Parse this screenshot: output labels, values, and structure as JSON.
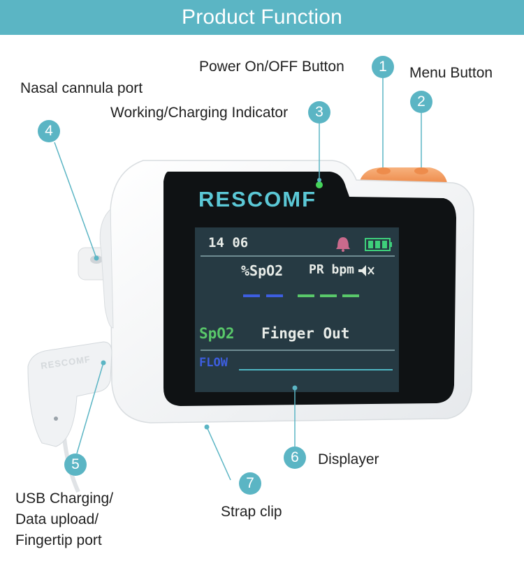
{
  "header": {
    "title": "Product Function"
  },
  "brand": {
    "logo": "RESCOMF",
    "plug_logo": "RESCOMF"
  },
  "callouts": [
    {
      "number": "1",
      "label": "Power On/OFF Button"
    },
    {
      "number": "2",
      "label": "Menu Button"
    },
    {
      "number": "3",
      "label": "Working/Charging Indicator"
    },
    {
      "number": "4",
      "label": "Nasal cannula port"
    },
    {
      "number": "5",
      "label": "USB Charging/ Data upload/ Fingertip port"
    },
    {
      "number": "6",
      "label": "Displayer"
    },
    {
      "number": "7",
      "label": "Strap clip"
    }
  ],
  "screen": {
    "time": "14 06",
    "spo2_header": "%SpO2",
    "pr_header": "PR bpm",
    "spo2_label": "SpO2",
    "status": "Finger Out",
    "flow": "FLOW"
  },
  "colors": {
    "accent": "#5bb5c4",
    "button_orange": "#f4a368",
    "indicator_green": "#45d35a",
    "spo2_dash": "#3d5ee0",
    "pr_dash": "#59c86a",
    "screen_bg": "#263a43",
    "screen_text": "#e8ece8"
  },
  "icons": [
    "bell-icon",
    "battery-icon",
    "speaker-muted-icon"
  ]
}
